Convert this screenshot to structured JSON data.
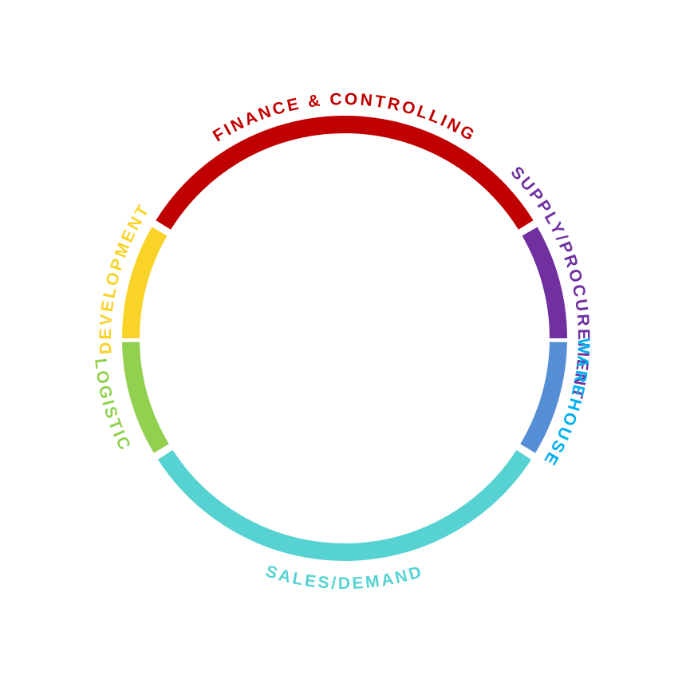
{
  "diagram": {
    "segments": [
      {
        "id": "finance",
        "label": "FINANCE & CONTROLLING",
        "color": "#c00000",
        "start": -58,
        "end": 58,
        "label_side": "outer"
      },
      {
        "id": "supply",
        "label": "SUPPLY/PROCUREMENT",
        "color": "#7030a0",
        "start": 60,
        "end": 90,
        "label_side": "outer"
      },
      {
        "id": "warehouse",
        "label": "WAREHOUSE",
        "color": "#558ed5",
        "start": 91,
        "end": 121,
        "label_side": "outer"
      },
      {
        "id": "sales",
        "label": "SALES/DEMAND",
        "color": "#57d2d2",
        "start": 123,
        "end": 237,
        "label_side": "inner"
      },
      {
        "id": "logistic",
        "label": "LOGISTIC",
        "color": "#92d050",
        "start": 239,
        "end": 269,
        "label_side": "inner"
      },
      {
        "id": "development",
        "label": "DEVELOPMENT",
        "color": "#f9d327",
        "start": 270,
        "end": 300,
        "label_side": "outer"
      }
    ],
    "label_colors": {
      "finance": "#c00000",
      "supply": "#7030a0",
      "warehouse": "#00b0f0",
      "sales": "#57d2d2",
      "logistic": "#92d050",
      "development": "#f9d327"
    }
  }
}
